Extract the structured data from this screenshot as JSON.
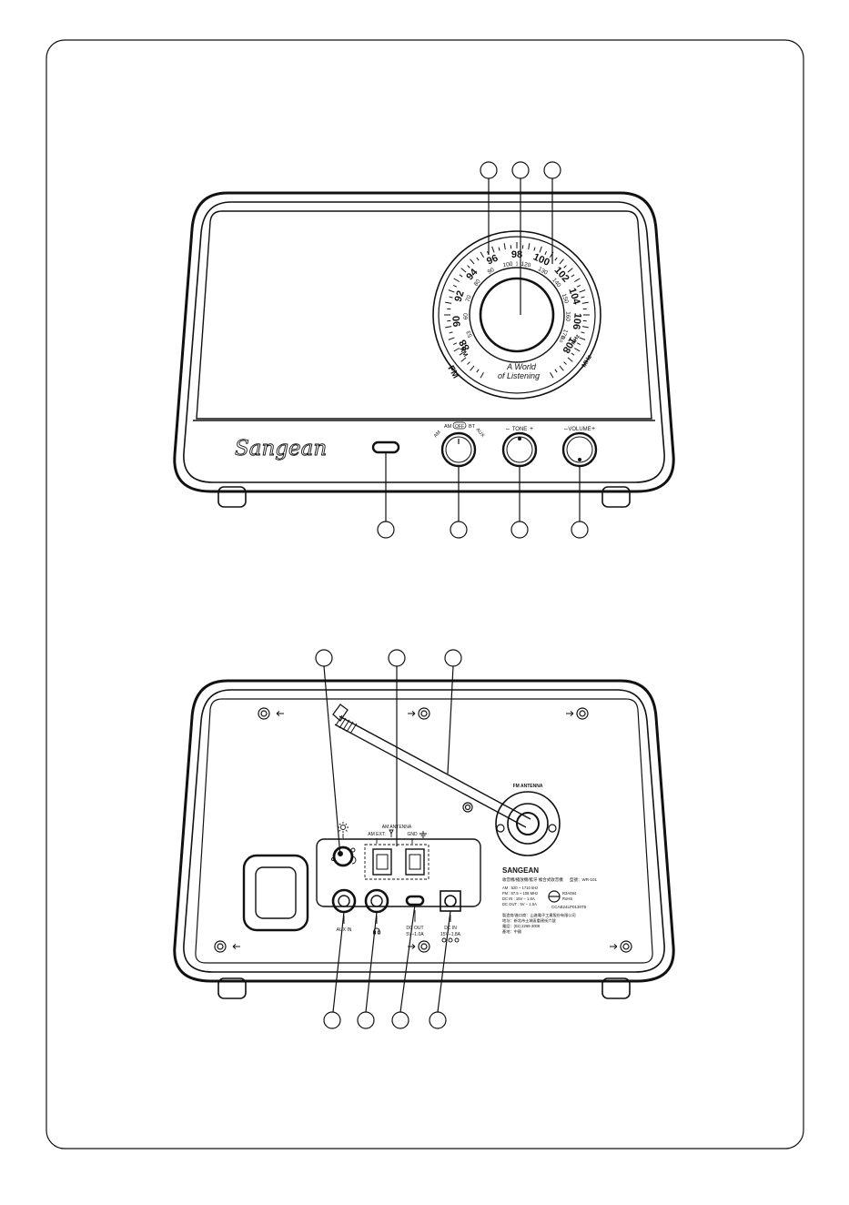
{
  "front": {
    "brand": "Sangean",
    "mode_labels": [
      "AM",
      "AM",
      "OFF",
      "BT",
      "AUX"
    ],
    "tone_label": "TONE",
    "volume_label": "VOLUME",
    "minus": "–",
    "plus": "+",
    "dial": {
      "fm_label": "FM",
      "am_label": "AM",
      "khz_label": "KHz",
      "mhz_label": "MHz",
      "fm_ticks": [
        "88",
        "90",
        "92",
        "94",
        "96",
        "98",
        "100",
        "102",
        "104",
        "106",
        "108"
      ],
      "am_ticks": [
        "53",
        "60",
        "70",
        "80",
        "90",
        "100",
        "120",
        "130",
        "140",
        "150",
        "160",
        "170"
      ],
      "am_ticks_extra": [
        "1",
        "110"
      ],
      "tagline_1": "A World",
      "tagline_2": "of Listening"
    }
  },
  "rear": {
    "fm_antenna_label": "FM ANTENNA",
    "am_antenna_label": "AM ANTENNA",
    "am_ext_label": "AM EXT.",
    "gnd_label": "GND",
    "aux_in_label": "AUX IN",
    "dc_out_label": "DC OUT",
    "dc_out_rating": "5V–1.0A",
    "dc_in_label": "DC IN",
    "dc_in_rating": "15V–1.8A",
    "brand_label": "SANGEAN",
    "info_line_1": "收音機/播放機/藍牙 複合式收音機",
    "model_label": "型號：WR-101",
    "spec_1": "AM : 520 ~ 1710 kHz",
    "spec_2": "FM : 87.5 ~ 108 MHz",
    "spec_3": "DC IN : 15V – 1.8A",
    "spec_4": "DC OUT : 5V – 1.0A",
    "rohs_1": "R3A094",
    "rohs_2": "RoHS",
    "cert_code": "CCAB24LP0130T5",
    "company_1": "製造商/進口商：山進電子工業股份有限公司",
    "company_2": "地址：新北市土城區重建街六號",
    "company_3": "電話：(02) 2269-3008",
    "company_4": "產地：中國"
  }
}
